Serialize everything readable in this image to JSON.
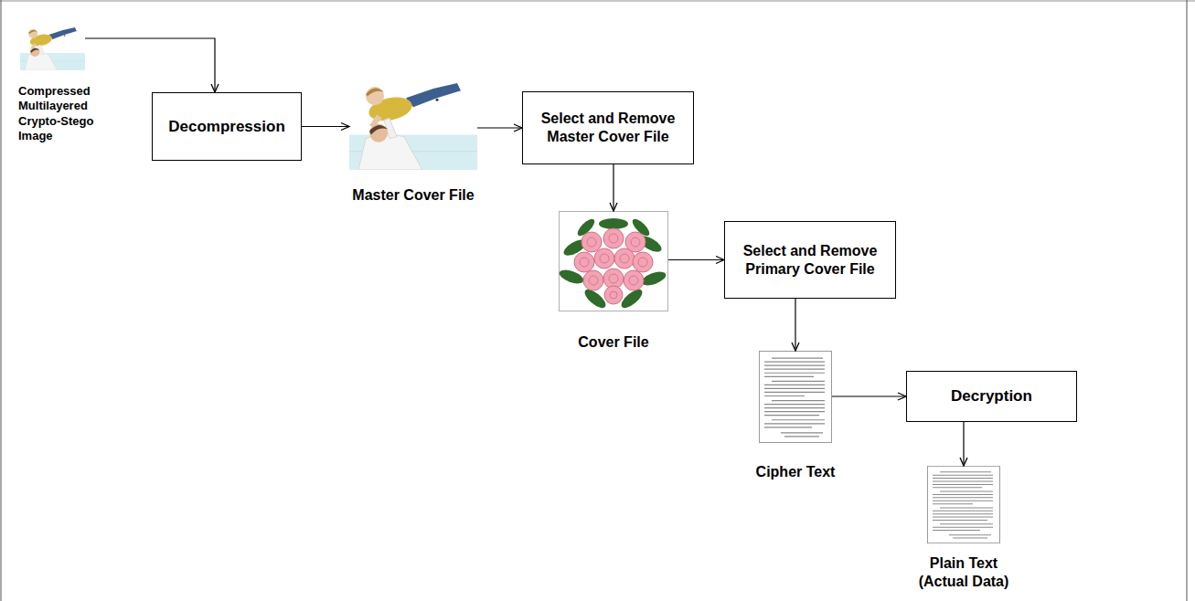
{
  "diagram": {
    "nodes": [
      {
        "text": [
          "Compressed Multilayered Crypto-Stego Image"
        ]
      },
      {
        "text": [
          "Decompression"
        ]
      },
      {
        "text": [
          "Master Cover File"
        ]
      },
      {
        "text": [
          "Select and Remove Master Cover File"
        ]
      },
      {
        "text": [
          "Cover File"
        ]
      },
      {
        "text": [
          "Select and Remove Primary Cover File"
        ]
      },
      {
        "text": [
          "Cipher Text"
        ]
      },
      {
        "text": [
          "Decryption"
        ]
      },
      {
        "text": [
          "Plain Text (Actual Data)"
        ]
      }
    ],
    "edges": [
      {
        "from": 0,
        "to": 1,
        "arrow": "to"
      },
      {
        "from": 1,
        "to": 2,
        "arrow": "to"
      },
      {
        "from": 2,
        "to": 3,
        "arrow": "to"
      },
      {
        "from": 3,
        "to": 4,
        "arrow": "to"
      },
      {
        "from": 4,
        "to": 5,
        "arrow": "to"
      },
      {
        "from": 5,
        "to": 6,
        "arrow": "to"
      },
      {
        "from": 6,
        "to": 7,
        "arrow": "to"
      },
      {
        "from": 7,
        "to": 8,
        "arrow": "to"
      }
    ]
  }
}
